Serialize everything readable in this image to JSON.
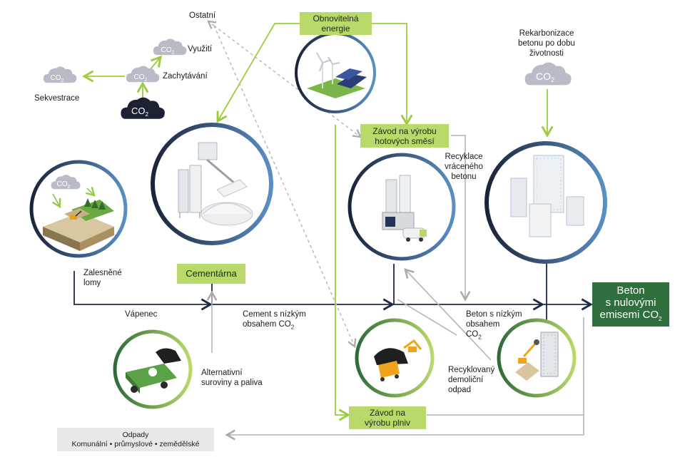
{
  "labels": {
    "ostatni": "Ostatní",
    "vyuziti": "Využití",
    "zachytavani": "Zachytávání",
    "sekvestrace": "Sekvestrace",
    "obnovitelna_energie_l1": "Obnovitelná",
    "obnovitelna_energie_l2": "energie",
    "rekarbonizace_l1": "Rekarbonizace",
    "rekarbonizace_l2": "betonu po dobu",
    "rekarbonizace_l3": "životnosti",
    "zavod_smesi_l1": "Závod na výrobu",
    "zavod_smesi_l2": "hotových směsí",
    "recyklace_l1": "Recyklace",
    "recyklace_l2": "vráceného",
    "recyklace_l3": "betonu",
    "zalesnene_l1": "Zalesněné",
    "zalesnene_l2": "lomy",
    "cementarna": "Cementárna",
    "vapenec": "Vápenec",
    "cement_l1": "Cement s nízkým",
    "cement_l2": "obsahem CO",
    "beton_nizky_l1": "Beton s nízkým",
    "beton_nizky_l2": "obsahem",
    "beton_nizky_l3": "CO",
    "final_l1": "Beton",
    "final_l2": "s nulovými",
    "final_l3": "emisemi CO",
    "alternativni_l1": "Alternativní",
    "alternativni_l2": "suroviny a paliva",
    "recyklovany_l1": "Recyklovaný",
    "recyklovany_l2": "demoliční",
    "recyklovany_l3": "odpad",
    "zavod_plniv_l1": "Závod na",
    "zavod_plniv_l2": "výrobu plniv",
    "odpady_l1": "Odpady",
    "odpady_l2": "Komunální • průmyslové • zemědělské",
    "co2": "CO",
    "sub2": "2"
  },
  "colors": {
    "accent_green": "#b9d96a",
    "dark_green": "#2f6f3e",
    "navy": "#1d2a44",
    "cloud_grey": "#b9bcc6",
    "cloud_dark": "#1d2233",
    "arrow_grey": "#b4b4b4"
  }
}
